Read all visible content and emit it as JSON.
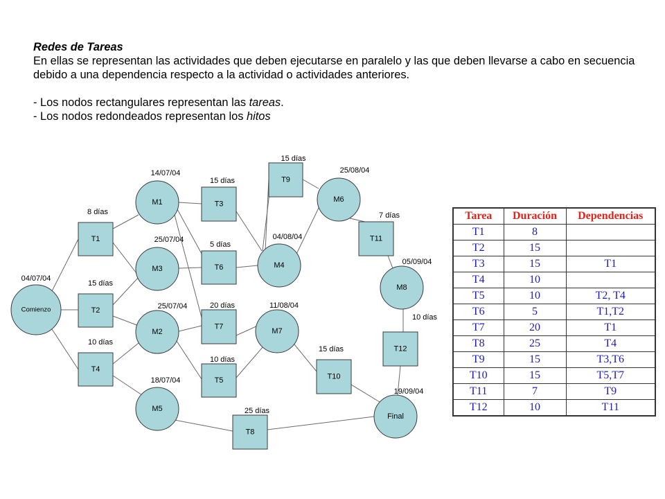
{
  "text": {
    "title": "Redes de Tareas",
    "paragraph": "En ellas se representan las actividades que deben ejecutarse en paralelo y las que deben llevarse a cabo en secuencia debido a una dependencia respecto a la actividad o actividades anteriores.",
    "bullet1_prefix": "- Los nodos rectangulares representan las ",
    "bullet1_em": "tareas",
    "bullet1_suffix": ".",
    "bullet2_prefix": "- Los nodos redondeados representan los ",
    "bullet2_em": "hitos"
  },
  "network": {
    "milestones": [
      {
        "id": "comienzo",
        "label": "Comienzo",
        "date": "04/07/04"
      },
      {
        "id": "M1",
        "label": "M1",
        "date": "14/07/04"
      },
      {
        "id": "M3",
        "label": "M3",
        "date": "25/07/04"
      },
      {
        "id": "M2",
        "label": "M2",
        "date": "25/07/04"
      },
      {
        "id": "M5",
        "label": "M5",
        "date": "18/07/04"
      },
      {
        "id": "M4",
        "label": "M4",
        "date": "04/08/04"
      },
      {
        "id": "M7",
        "label": "M7",
        "date": "11/08/04"
      },
      {
        "id": "M6",
        "label": "M6",
        "date": "25/08/04"
      },
      {
        "id": "M8",
        "label": "M8",
        "date": "05/09/04"
      },
      {
        "id": "final",
        "label": "Final",
        "date": "19/09/04"
      }
    ],
    "tasks": [
      {
        "id": "T1",
        "label": "T1",
        "duration": "8 días"
      },
      {
        "id": "T2",
        "label": "T2",
        "duration": "15 días"
      },
      {
        "id": "T4",
        "label": "T4",
        "duration": "10 días"
      },
      {
        "id": "T3",
        "label": "T3",
        "duration": "15 días"
      },
      {
        "id": "T6",
        "label": "T6",
        "duration": "5 días"
      },
      {
        "id": "T7",
        "label": "T7",
        "duration": "20 días"
      },
      {
        "id": "T5",
        "label": "T5",
        "duration": "10 días"
      },
      {
        "id": "T9",
        "label": "T9",
        "duration": "15 días"
      },
      {
        "id": "T8",
        "label": "T8",
        "duration": "25 días"
      },
      {
        "id": "T10",
        "label": "T10",
        "duration": "15 días"
      },
      {
        "id": "T11",
        "label": "T11",
        "duration": "7 días"
      },
      {
        "id": "T12",
        "label": "T12",
        "duration": "10 días"
      }
    ],
    "edges": [
      [
        "comienzo",
        "T1"
      ],
      [
        "comienzo",
        "T2"
      ],
      [
        "comienzo",
        "T4"
      ],
      [
        "T1",
        "M1"
      ],
      [
        "T1",
        "M3"
      ],
      [
        "T2",
        "M3"
      ],
      [
        "T2",
        "M2"
      ],
      [
        "T4",
        "M2"
      ],
      [
        "T4",
        "M5"
      ],
      [
        "M1",
        "T3"
      ],
      [
        "M1",
        "T6"
      ],
      [
        "M1",
        "T7"
      ],
      [
        "M3",
        "T6"
      ],
      [
        "M2",
        "T5"
      ],
      [
        "M2",
        "T7"
      ],
      [
        "M5",
        "T8"
      ],
      [
        "T3",
        "M4"
      ],
      [
        "T6",
        "M4"
      ],
      [
        "T7",
        "M7"
      ],
      [
        "T5",
        "M7"
      ],
      [
        "M4",
        "T9"
      ],
      [
        "M4",
        "T9b"
      ],
      [
        "T9",
        "M6"
      ],
      [
        "M7",
        "T10"
      ],
      [
        "M6",
        "T11"
      ],
      [
        "T11",
        "M8"
      ],
      [
        "M8",
        "T12"
      ],
      [
        "T12",
        "final"
      ],
      [
        "T10",
        "final"
      ],
      [
        "T8",
        "final"
      ]
    ]
  },
  "table": {
    "headers": [
      "Tarea",
      "Duración",
      "Dependencias"
    ],
    "rows": [
      [
        "T1",
        "8",
        ""
      ],
      [
        "T2",
        "15",
        ""
      ],
      [
        "T3",
        "15",
        "T1"
      ],
      [
        "T4",
        "10",
        ""
      ],
      [
        "T5",
        "10",
        "T2, T4"
      ],
      [
        "T6",
        "5",
        "T1,T2"
      ],
      [
        "T7",
        "20",
        "T1"
      ],
      [
        "T8",
        "25",
        "T4"
      ],
      [
        "T9",
        "15",
        "T3,T6"
      ],
      [
        "T10",
        "15",
        "T5,T7"
      ],
      [
        "T11",
        "7",
        "T9"
      ],
      [
        "T12",
        "10",
        "T11"
      ]
    ]
  },
  "colors": {
    "node_fill": "#a9d6da",
    "header_text": "#e0231c",
    "cell_text": "#1d1db8"
  }
}
